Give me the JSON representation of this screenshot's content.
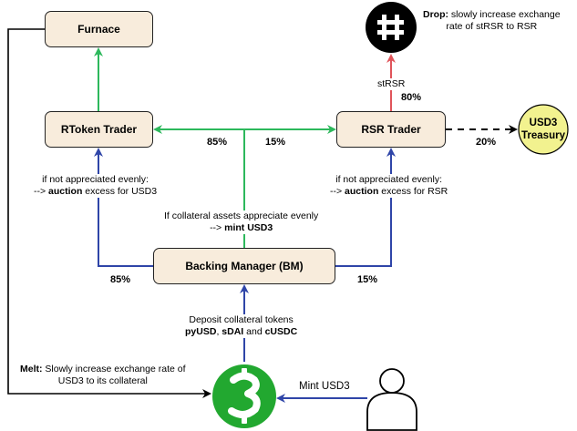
{
  "nodes": {
    "furnace": "Furnace",
    "rtoken_trader": "RToken Trader",
    "rsr_trader": "RSR Trader",
    "backing_manager": "Backing Manager (BM)",
    "treasury_line1": "USD3",
    "treasury_line2": "Treasury",
    "strsr_icon": "hash-icon",
    "usd3_icon": "usd3-coin-icon",
    "user_icon": "person-icon"
  },
  "labels": {
    "drop_bold": "Drop:",
    "drop_text1": " slowly increase exchange",
    "drop_text2": "rate of stRSR to RSR",
    "strsr": "stRSR",
    "rtoken_auction_line1": "if not appreciated evenly:",
    "rtoken_auction_prefix": "--> ",
    "rtoken_auction_bold": "auction",
    "rtoken_auction_suffix": " excess for USD3",
    "rsr_auction_line1": "if not appreciated evenly:",
    "rsr_auction_prefix": "--> ",
    "rsr_auction_bold": "auction",
    "rsr_auction_suffix": " excess for RSR",
    "mint_line1": "If collateral assets appreciate evenly",
    "mint_prefix": "--> ",
    "mint_bold": "mint USD3",
    "deposit_line1": "Deposit collateral tokens",
    "deposit_tok1": "pyUSD",
    "deposit_sep1": ", ",
    "deposit_tok2": "sDAI",
    "deposit_sep2": " and ",
    "deposit_tok3": "cUSDC",
    "melt_bold": "Melt:",
    "melt_text1": " Slowly increase exchange rate of",
    "melt_text2": "USD3 to its collateral",
    "mint_usd3": "Mint USD3"
  },
  "percentages": {
    "green_left": "85%",
    "green_right": "15%",
    "blue_left": "85%",
    "blue_right": "15%",
    "strsr": "80%",
    "treasury": "20%"
  },
  "colors": {
    "green": "#2db85c",
    "blue": "#2f45a8",
    "red": "#e0545a",
    "box_fill": "#f8ecdc",
    "treasury_fill": "#f2f28f",
    "coin_green": "#22a830"
  }
}
